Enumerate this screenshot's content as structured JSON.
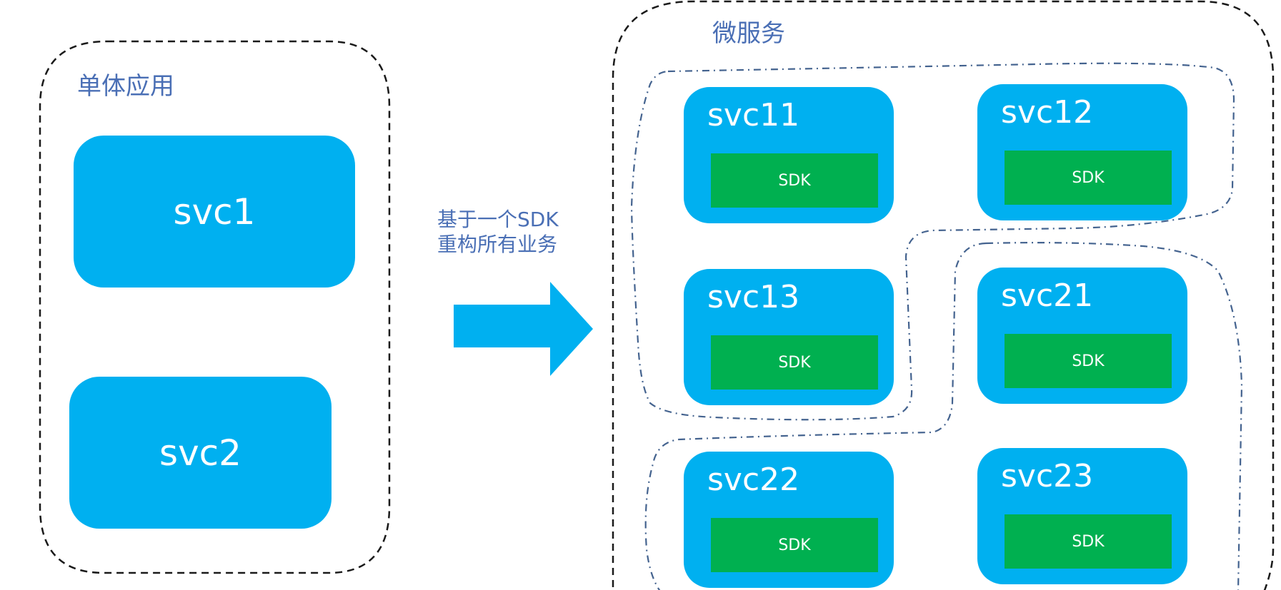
{
  "monolith": {
    "title": "单体应用",
    "services": [
      "svc1",
      "svc2"
    ]
  },
  "transition": {
    "line1": "基于一个SDK",
    "line2": "重构所有业务"
  },
  "microservices": {
    "title": "微服务",
    "sdk_label": "SDK",
    "services": [
      {
        "name": "svc11",
        "group": 1
      },
      {
        "name": "svc12",
        "group": 1
      },
      {
        "name": "svc13",
        "group": 1
      },
      {
        "name": "svc21",
        "group": 2
      },
      {
        "name": "svc22",
        "group": 2
      },
      {
        "name": "svc23",
        "group": 2
      }
    ]
  },
  "colors": {
    "service_fill": "#00b0f0",
    "sdk_fill": "#00b050",
    "title_text": "#4a6fb5",
    "group_outline": "#44638f",
    "container_outline": "#1a1a1a"
  }
}
